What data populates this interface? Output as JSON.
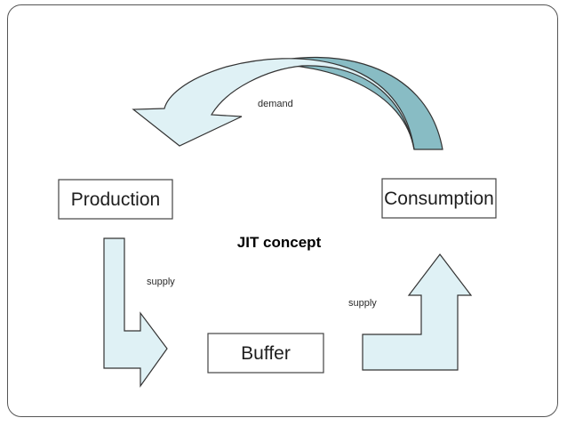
{
  "diagram": {
    "title": "JIT concept",
    "nodes": {
      "production": "Production",
      "consumption": "Consumption",
      "buffer": "Buffer"
    },
    "edges": {
      "demand": "demand",
      "supply_left": "supply",
      "supply_right": "supply"
    },
    "colors": {
      "arrow_fill": "#dff1f5",
      "arrow_fill_dark": "#88bcc4",
      "stroke": "#333333"
    }
  }
}
